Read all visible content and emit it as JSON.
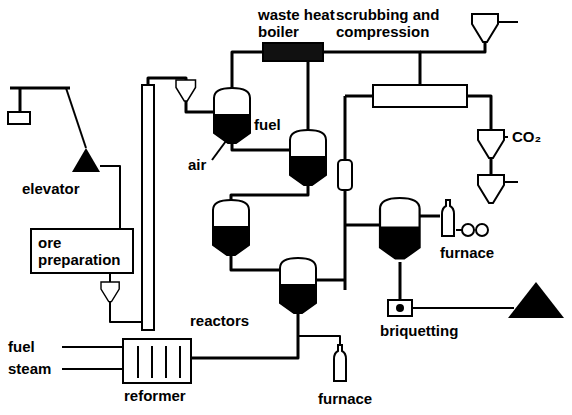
{
  "diagram": {
    "nodes": [
      {
        "text": [
          "waste heat boiler"
        ]
      },
      {
        "text": [
          "scrubbing and compression"
        ]
      },
      {
        "text": [
          "ore preparation"
        ]
      },
      {
        "text": [
          "reformer"
        ]
      }
    ],
    "edges": [
      {
        "from": 0,
        "to": 1,
        "arrow": "none"
      }
    ],
    "labels": [
      "fuel",
      "air",
      "CO₂",
      "elevator",
      "furnace",
      "reactors",
      "briquetting",
      "fuel",
      "steam",
      "furnace"
    ]
  }
}
